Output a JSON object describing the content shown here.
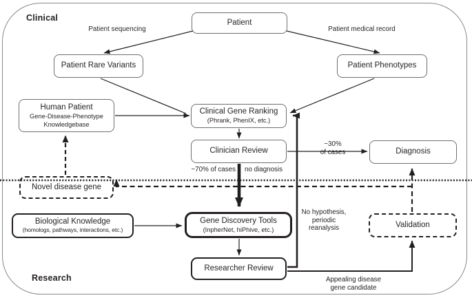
{
  "diagram": {
    "regions": {
      "clinical": "Clinical",
      "research": "Research"
    },
    "nodes": {
      "patient": {
        "label": "Patient"
      },
      "patient_rare_variants": {
        "label": "Patient Rare Variants"
      },
      "patient_phenotypes": {
        "label": "Patient Phenotypes"
      },
      "human_patient_kb": {
        "label": "Human Patient",
        "line2": "Gene-Disease-Phenotype",
        "line3": "Knowledgebase"
      },
      "clinical_gene_ranking": {
        "label": "Clinical Gene Ranking",
        "sublabel": "(Phrank, PhenIX, etc.)"
      },
      "clinician_review": {
        "label": "Clinician Review"
      },
      "diagnosis": {
        "label": "Diagnosis"
      },
      "novel_disease_gene": {
        "label": "Novel disease gene"
      },
      "biological_knowledge": {
        "label": "Biological Knowledge",
        "sublabel": "(homologs, pathways, interactions, etc.)"
      },
      "gene_discovery_tools": {
        "label": "Gene Discovery Tools",
        "sublabel": "(InpherNet, hiPhive, etc.)"
      },
      "researcher_review": {
        "label": "Researcher Review"
      },
      "validation": {
        "label": "Validation"
      }
    },
    "labels": {
      "patient_sequencing": "Patient sequencing",
      "patient_medical_record": "Patient medical record",
      "pct30_line1": "~30%",
      "pct30_line2": "of cases",
      "pct70": "~70% of cases",
      "no_diagnosis": "no diagnosis",
      "no_hypothesis_line1": "No hypothesis,",
      "no_hypothesis_line2": "periodic",
      "no_hypothesis_line3": "reanalysis",
      "appealing_line1": "Appealing disease",
      "appealing_line2": "gene candidate"
    },
    "edges": [
      {
        "from": "patient",
        "to": "patient_rare_variants",
        "label": "Patient sequencing",
        "style": "thin-solid"
      },
      {
        "from": "patient",
        "to": "patient_phenotypes",
        "label": "Patient medical record",
        "style": "thin-solid"
      },
      {
        "from": "patient_rare_variants",
        "to": "clinical_gene_ranking",
        "style": "thin-solid"
      },
      {
        "from": "human_patient_kb",
        "to": "clinical_gene_ranking",
        "style": "thin-solid"
      },
      {
        "from": "patient_phenotypes",
        "to": "clinical_gene_ranking",
        "style": "thin-solid"
      },
      {
        "from": "clinical_gene_ranking",
        "to": "clinician_review",
        "style": "thin-solid"
      },
      {
        "from": "clinician_review",
        "to": "diagnosis",
        "label": "~30% of cases",
        "style": "thin-solid"
      },
      {
        "from": "clinician_review",
        "to": "gene_discovery_tools",
        "label": "~70% of cases | no diagnosis",
        "style": "thick-solid"
      },
      {
        "from": "biological_knowledge",
        "to": "gene_discovery_tools",
        "style": "thin-solid"
      },
      {
        "from": "gene_discovery_tools",
        "to": "researcher_review",
        "style": "thin-solid"
      },
      {
        "from": "researcher_review",
        "to": "clinical_gene_ranking",
        "label": "No hypothesis, periodic reanalysis",
        "style": "medium-solid"
      },
      {
        "from": "researcher_review",
        "to": "validation",
        "label": "Appealing disease gene candidate",
        "style": "medium-solid"
      },
      {
        "from": "validation",
        "to": "diagnosis",
        "style": "dashed"
      },
      {
        "from": "validation",
        "to": "novel_disease_gene",
        "style": "dashed"
      },
      {
        "from": "novel_disease_gene",
        "to": "human_patient_kb",
        "style": "dashed"
      }
    ],
    "divider": {
      "style": "dotted",
      "separates": "Clinical | Research"
    },
    "colors": {
      "text": "#231f20",
      "thin_box_border": "#6d6e71",
      "emphasis_border": "#231f20",
      "outer_border": "#87898c",
      "background": "#ffffff"
    }
  }
}
